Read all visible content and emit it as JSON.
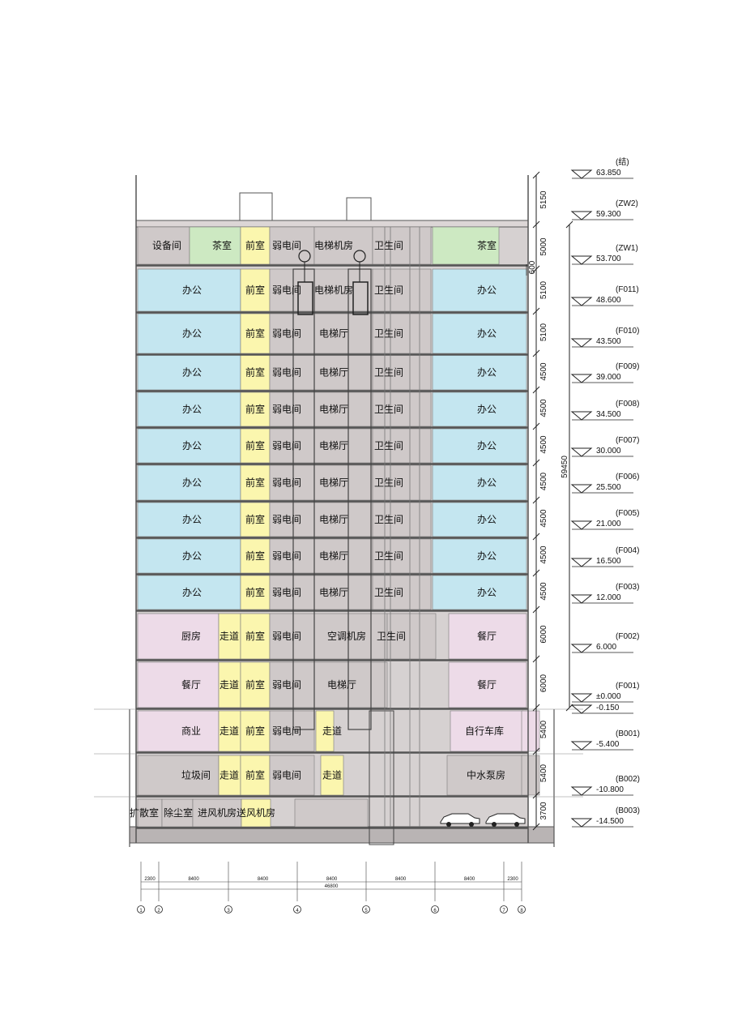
{
  "colors": {
    "office": "#c4e6f0",
    "dining": "#eddbe8",
    "green": "#cde9c2",
    "yellow": "#fbf6ae",
    "gray": "#cfc9c9",
    "wall": "#555555"
  },
  "floors": [
    {
      "name": "ZW2",
      "rooms": [
        "设备间",
        "茶室",
        "前室",
        "弱电间",
        "电梯机房",
        "卫生间",
        "茶室"
      ]
    },
    {
      "name": "F011",
      "rooms": [
        "办公",
        "前室",
        "弱电间",
        "电梯机房",
        "卫生间",
        "办公"
      ]
    },
    {
      "name": "F010",
      "rooms": [
        "办公",
        "前室",
        "弱电间",
        "电梯厅",
        "卫生间",
        "办公"
      ]
    },
    {
      "name": "F009",
      "rooms": [
        "办公",
        "前室",
        "弱电间",
        "电梯厅",
        "卫生间",
        "办公"
      ]
    },
    {
      "name": "F008",
      "rooms": [
        "办公",
        "前室",
        "弱电间",
        "电梯厅",
        "卫生间",
        "办公"
      ]
    },
    {
      "name": "F007",
      "rooms": [
        "办公",
        "前室",
        "弱电间",
        "电梯厅",
        "卫生间",
        "办公"
      ]
    },
    {
      "name": "F006",
      "rooms": [
        "办公",
        "前室",
        "弱电间",
        "电梯厅",
        "卫生间",
        "办公"
      ]
    },
    {
      "name": "F005",
      "rooms": [
        "办公",
        "前室",
        "弱电间",
        "电梯厅",
        "卫生间",
        "办公"
      ]
    },
    {
      "name": "F004",
      "rooms": [
        "办公",
        "前室",
        "弱电间",
        "电梯厅",
        "卫生间",
        "办公"
      ]
    },
    {
      "name": "F003",
      "rooms": [
        "办公",
        "前室",
        "弱电间",
        "电梯厅",
        "卫生间",
        "办公"
      ]
    },
    {
      "name": "F002",
      "rooms": [
        "厨房",
        "走道",
        "前室",
        "弱电间",
        "空调机房",
        "卫生间",
        "餐厅"
      ]
    },
    {
      "name": "F001",
      "rooms": [
        "餐厅",
        "走道",
        "前室",
        "弱电间",
        "电梯厅",
        "餐厅"
      ]
    },
    {
      "name": "B001",
      "rooms": [
        "商业",
        "走道",
        "前室",
        "弱电间",
        "走道",
        "自行车库"
      ]
    },
    {
      "name": "B002",
      "rooms": [
        "垃圾间",
        "走道",
        "前室",
        "弱电间",
        "走道",
        "中水泵房"
      ]
    },
    {
      "name": "B003",
      "rooms": [
        "扩散室",
        "除尘室",
        "进风机房",
        "送风机房"
      ]
    }
  ],
  "dimensions": {
    "floor_heights": [
      "5150",
      "5000",
      "5100",
      "5100",
      "4500",
      "4500",
      "4500",
      "4500",
      "4500",
      "4500",
      "4500",
      "6000",
      "6000",
      "5400",
      "5400",
      "3700"
    ],
    "parapet": "600",
    "total": "59450"
  },
  "levels": [
    {
      "tag": "(结)",
      "value": "63.850"
    },
    {
      "tag": "(ZW2)",
      "value": "59.300"
    },
    {
      "tag": "(ZW1)",
      "value": "53.700"
    },
    {
      "tag": "(F011)",
      "value": "48.600"
    },
    {
      "tag": "(F010)",
      "value": "43.500"
    },
    {
      "tag": "(F009)",
      "value": "39.000"
    },
    {
      "tag": "(F008)",
      "value": "34.500"
    },
    {
      "tag": "(F007)",
      "value": "30.000"
    },
    {
      "tag": "(F006)",
      "value": "25.500"
    },
    {
      "tag": "(F005)",
      "value": "21.000"
    },
    {
      "tag": "(F004)",
      "value": "16.500"
    },
    {
      "tag": "(F003)",
      "value": "12.000"
    },
    {
      "tag": "(F002)",
      "value": "6.000"
    },
    {
      "tag": "(F001)",
      "value": "±0.000"
    },
    {
      "tag": "",
      "value": "-0.150"
    },
    {
      "tag": "(B001)",
      "value": "-5.400"
    },
    {
      "tag": "(B002)",
      "value": "-10.800"
    },
    {
      "tag": "(B003)",
      "value": "-14.500"
    }
  ],
  "axes": {
    "labels": [
      "1",
      "2",
      "3",
      "4",
      "5",
      "6",
      "7",
      "8"
    ],
    "spans": [
      "2300",
      "8400",
      "8400",
      "8400",
      "8400",
      "8400",
      "2300"
    ],
    "total": "46800"
  }
}
